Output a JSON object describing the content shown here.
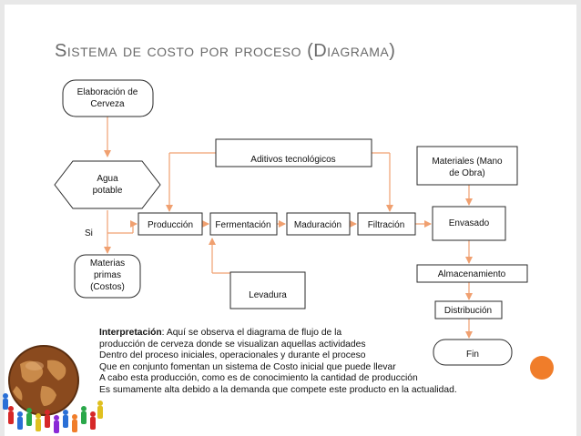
{
  "title": "Sistema de costo por proceso (Diagrama)",
  "nodes": {
    "elaboracion": [
      "Elaboración de",
      "Cerveza"
    ],
    "agua": [
      "Agua",
      "potable"
    ],
    "si": "Si",
    "materias": [
      "Materias",
      "primas",
      "(Costos)"
    ],
    "produccion": "Producción",
    "fermentacion": "Fermentación",
    "maduracion": "Maduración",
    "filtracion": "Filtración",
    "aditivos": "Aditivos tecnológicos",
    "levadura": "Levadura",
    "materiales_mano": [
      "Materiales (Mano",
      "de Obra)"
    ],
    "envasado": "Envasado",
    "almacenamiento": "Almacenamiento",
    "distribucion": "Distribución",
    "fin": "Fin"
  },
  "interpretation": {
    "label": "Interpretación",
    "line1": ": Aquí se observa el diagrama de flujo de la",
    "line2": " producción de cerveza donde se visualizan aquellas actividades",
    "line3": "Dentro del proceso iniciales, operacionales y durante el proceso",
    "line4": "Que en conjunto fomentan un sistema de Costo inicial que puede llevar",
    "line5": "A cabo esta producción, como es de conocimiento la cantidad de producción",
    "line6": "Es sumamente alta debido a la demanda que compete este producto en la actualidad."
  },
  "colors": {
    "arrow": "#f0a070",
    "box_border": "#2a2a2a",
    "title": "#6a6a6a",
    "accent": "#f07d2a",
    "frame": "#e8e8e8"
  },
  "icons": {
    "globe": "globe-with-people-icon"
  }
}
